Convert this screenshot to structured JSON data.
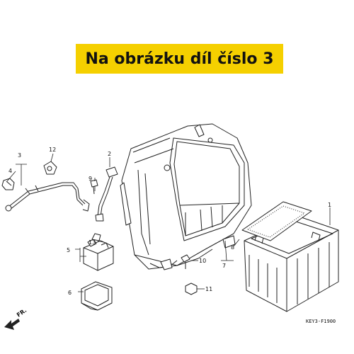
{
  "header": {
    "banner_text": "Na obrázku díl číslo 3",
    "banner_color": "#f5d000"
  },
  "callouts": {
    "c1": "1",
    "c2": "2",
    "c3": "3",
    "c4": "4",
    "c5": "5",
    "c6": "6",
    "c7": "7",
    "c8": "8",
    "c9": "9",
    "c10": "10",
    "c11": "11",
    "c12": "12",
    "c13": "13"
  },
  "direction": {
    "label": "FR.",
    "icon": "front-arrow-icon"
  },
  "diagram_code": "KEY3-F1900"
}
